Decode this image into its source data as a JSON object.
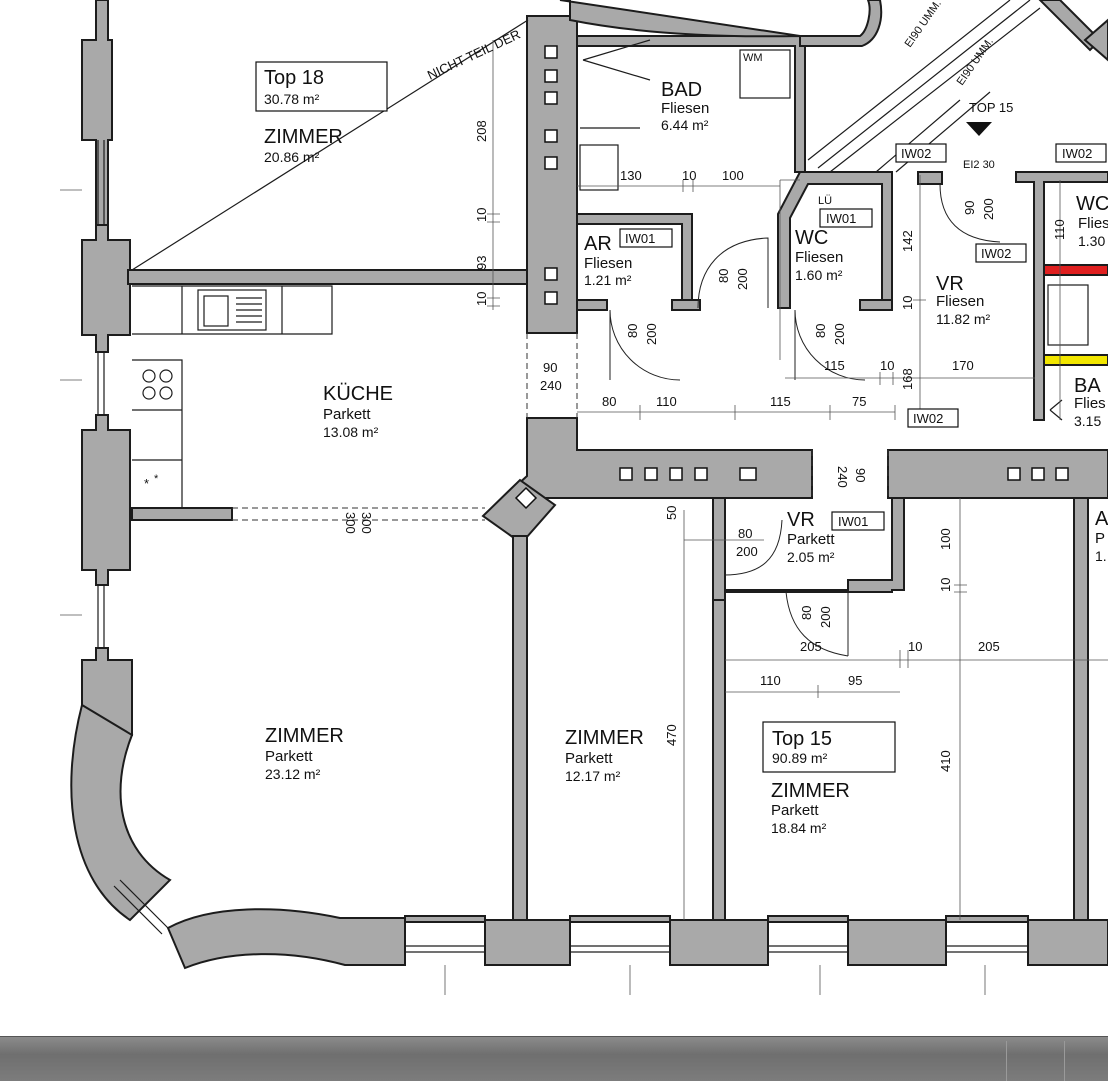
{
  "units": {
    "top18": {
      "label": "Top 18",
      "area": "30.78  m²"
    },
    "top15": {
      "label": "Top 15",
      "area": "90.89 m²"
    }
  },
  "rooms": {
    "zimmer_top18": {
      "name": "ZIMMER",
      "area": "20.86 m²"
    },
    "bad": {
      "name": "BAD",
      "floor": "Fliesen",
      "area": "6.44 m²"
    },
    "ar": {
      "name": "AR",
      "floor": "Fliesen",
      "area": "1.21 m²"
    },
    "wc": {
      "name": "WC",
      "floor": "Fliesen",
      "area": "1.60 m²"
    },
    "vr_main": {
      "name": "VR",
      "floor": "Fliesen",
      "area": "11.82 m²"
    },
    "kueche": {
      "name": "KÜCHE",
      "floor": "Parkett",
      "area": "13.08 m²"
    },
    "vr_small": {
      "name": "VR",
      "floor": "Parkett",
      "area": "2.05 m²"
    },
    "zimmer_large": {
      "name": "ZIMMER",
      "floor": "Parkett",
      "area": "23.12 m²"
    },
    "zimmer_mid": {
      "name": "ZIMMER",
      "floor": "Parkett",
      "area": "12.17 m²"
    },
    "zimmer_right": {
      "name": "ZIMMER",
      "floor": "Parkett",
      "area": "18.84 m²"
    },
    "wc_cut": {
      "name": "WC",
      "floor": "Flies",
      "area": "1.30"
    },
    "ba_cut": {
      "name": "BA",
      "floor": "Flies",
      "area": "3.15"
    },
    "a_cut": {
      "name": "A",
      "floor": "P",
      "area": "1."
    }
  },
  "tags": {
    "iw01": "IW01",
    "iw02": "IW02",
    "wm": "WM",
    "lue": "LÜ",
    "top15_marker": "TOP 15",
    "ei230": "EI2 30"
  },
  "notes": {
    "nicht_teil": "NICHT TEIL DER",
    "ei90_a": "EI90 UMM.",
    "ei90_b": "EI90 UMM."
  },
  "dimensions": {
    "d208": "208",
    "d10a": "10",
    "d93": "93",
    "d10b": "10",
    "d130": "130",
    "d10c": "10",
    "d100a": "100",
    "d80_200_a_top": "80",
    "d80_200_a_bot": "200",
    "d80_200_b_top": "80",
    "d80_200_b_bot": "200",
    "d80_200_c_top": "80",
    "d80_200_c_bot": "200",
    "d90_200_top": "90",
    "d90_200_bot": "200",
    "d110a": "110",
    "d142": "142",
    "d10d": "10",
    "d90_240_top": "90",
    "d90_240_bot": "240",
    "d80": "80",
    "d110b": "110",
    "d115a": "115",
    "d75": "75",
    "d115b": "115",
    "d10e": "10",
    "d170": "170",
    "d168": "168",
    "d300a": "300",
    "d300b": "300",
    "d90v": "90",
    "d240v": "240",
    "d50": "50",
    "d80_200_d_top": "80",
    "d80_200_d_bot": "200",
    "d100b": "100",
    "d10f": "10",
    "d80_200_e_top": "80",
    "d80_200_e_bot": "200",
    "d205a": "205",
    "d10g": "10",
    "d205b": "205",
    "d110c": "110",
    "d95": "95",
    "d470": "470",
    "d410": "410"
  },
  "colors": {
    "wall_fill": "#a9a9a9",
    "ink": "#111111",
    "highlight_red": "#e02020",
    "highlight_yellow": "#f2e600",
    "bottom_bar": "#7c7c7c"
  }
}
